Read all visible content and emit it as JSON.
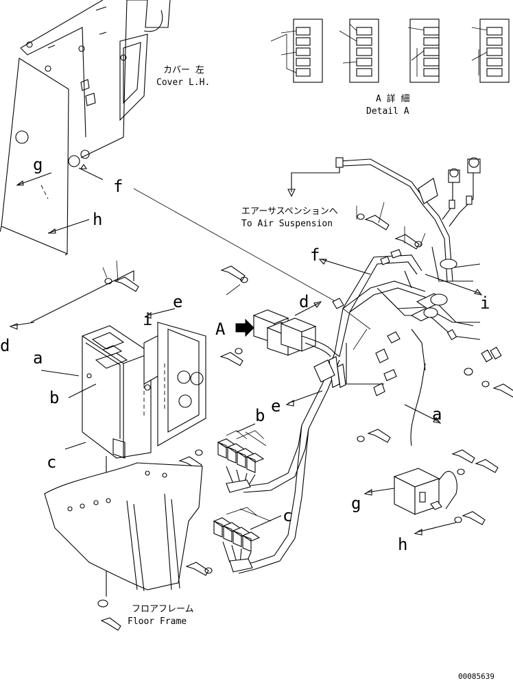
{
  "labels": {
    "cover_jp": "カバー 左",
    "cover_en": "Cover L.H.",
    "detail_jp": "A 詳 細",
    "detail_en": "Detail A",
    "air_jp": "エアーサスペンションへ",
    "air_en": "To Air Suspension",
    "floor_jp": "フロアフレーム",
    "floor_en": "Floor Frame"
  },
  "callouts": {
    "a": "a",
    "b": "b",
    "c": "c",
    "d": "d",
    "e": "e",
    "f": "f",
    "g": "g",
    "h": "h",
    "i": "i",
    "A": "A"
  },
  "drawing_number": "00085639"
}
